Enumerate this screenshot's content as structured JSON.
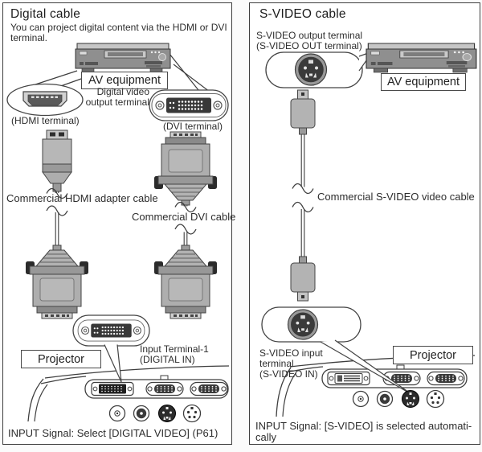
{
  "page": {
    "background": "#fbfbfb",
    "panel_border_color": "#3f3f3f",
    "text_color": "#2d2d2d",
    "device_gray": "#8f8f8f",
    "plug_gray": "#b4b4b4",
    "dark_fill": "#2b2b2b"
  },
  "icons": {
    "hdmi-port-icon": "trapezoid HDMI female port face",
    "dvi-port-icon": "pill-shaped DVI face with screw holes and pin grid",
    "svideo-port-icon": "round mini-DIN S-VIDEO female face",
    "vga-port-icon": "15-pin D-sub port",
    "minijack-icon": "round audio minijack",
    "rca-jack-icon": "round RCA video jack",
    "hdmi-plug-icon": "HDMI cable plug, top view",
    "dvi-plug-icon": "DVI cable connector with thumbscrews",
    "svideo-plug-icon": "S-VIDEO cable plug",
    "cable-break-icon": "tilde break marks on cable",
    "av-equipment-icon": "AV player front illustration",
    "projector-rear-icon": "projector rear terminal panel illustration"
  },
  "left_panel": {
    "title": "Digital cable",
    "description": {
      "line1": "You can project digital content via the HDMI or DVI",
      "line2": "terminal."
    },
    "av_equipment_label": "AV equipment",
    "digital_video_output_terminal": {
      "line1": "Digital video",
      "line2": "output terminal"
    },
    "hdmi_terminal_caption": "(HDMI terminal)",
    "dvi_terminal_caption": "(DVI terminal)",
    "hdmi_cable_caption": "Commercial HDMI adapter cable",
    "dvi_cable_caption": "Commercial DVI cable",
    "projector_label": "Projector",
    "input_terminal_caption": {
      "line1": "Input Terminal-1",
      "line2": "(DIGITAL IN)"
    },
    "input_signal_note": "INPUT Signal: Select [DIGITAL VIDEO] (P61)"
  },
  "right_panel": {
    "title": "S-VIDEO cable",
    "output_terminal_caption": {
      "line1": "S-VIDEO output terminal",
      "line2": "(S-VIDEO OUT terminal)"
    },
    "av_equipment_label": "AV equipment",
    "svideo_cable_caption": "Commercial S-VIDEO video cable",
    "svideo_input_caption": {
      "line1": "S-VIDEO input",
      "line2": "terminal",
      "line3": "(S-VIDEO IN)"
    },
    "projector_label": "Projector",
    "input_signal_note": {
      "line1": "INPUT Signal: [S-VIDEO] is selected automati-",
      "line2": "cally"
    }
  }
}
